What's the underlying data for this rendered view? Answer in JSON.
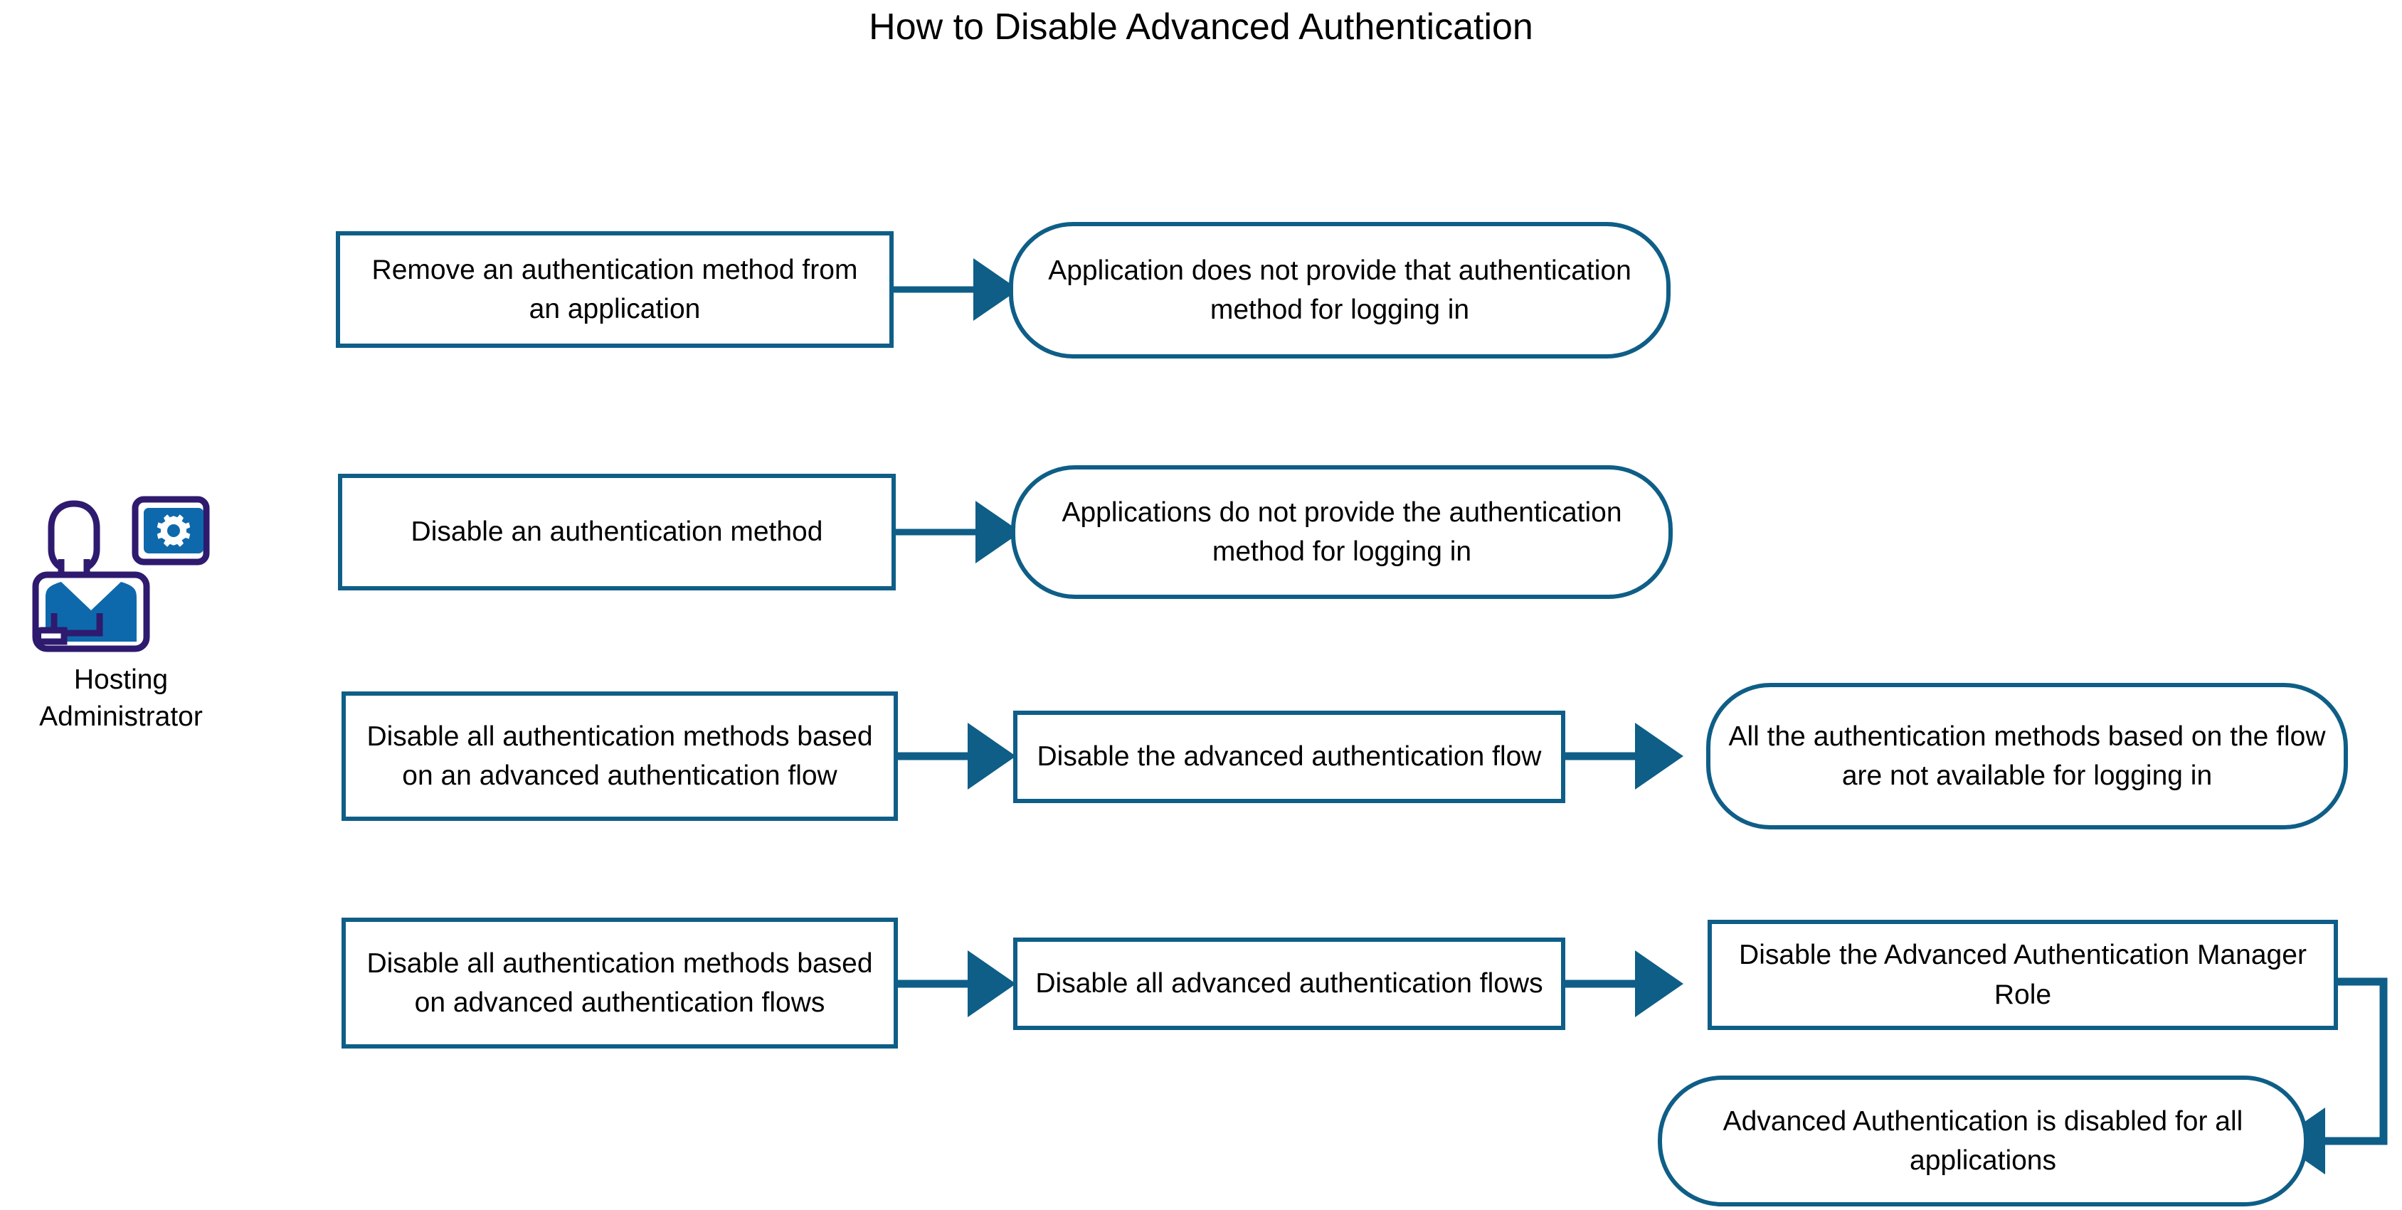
{
  "title": "How to Disable Advanced Authentication",
  "colors": {
    "stroke": "#0E5E87",
    "icon_outline": "#2E1A6E",
    "icon_fill": "#0E69AC",
    "text": "#000000",
    "background": "#FFFFFF"
  },
  "actor": {
    "name": "hosting-administrator",
    "label": "Hosting\nAdministrator",
    "icon": "admin-person-gear-icon"
  },
  "rows": [
    {
      "id": "row-1",
      "nodes": [
        {
          "id": "r1-n1",
          "shape": "rect",
          "text": "Remove an authentication method from an application"
        },
        {
          "id": "r1-n2",
          "shape": "pill",
          "text": "Application does not provide that authentication method for logging in"
        }
      ]
    },
    {
      "id": "row-2",
      "nodes": [
        {
          "id": "r2-n1",
          "shape": "rect",
          "text": "Disable an authentication method"
        },
        {
          "id": "r2-n2",
          "shape": "pill",
          "text": "Applications do not provide the authentication method for logging in"
        }
      ]
    },
    {
      "id": "row-3",
      "nodes": [
        {
          "id": "r3-n1",
          "shape": "rect",
          "text": "Disable all authentication methods based on an advanced authentication flow"
        },
        {
          "id": "r3-n2",
          "shape": "rect",
          "text": "Disable the advanced authentication flow"
        },
        {
          "id": "r3-n3",
          "shape": "pill",
          "text": "All the authentication methods based on the flow are not available for logging in"
        }
      ]
    },
    {
      "id": "row-4",
      "nodes": [
        {
          "id": "r4-n1",
          "shape": "rect",
          "text": "Disable all authentication methods based on advanced authentication flows"
        },
        {
          "id": "r4-n2",
          "shape": "rect",
          "text": "Disable all advanced authentication flows"
        },
        {
          "id": "r4-n3",
          "shape": "rect",
          "text": "Disable the Advanced Authentication Manager Role"
        },
        {
          "id": "r4-n4",
          "shape": "pill",
          "text": "Advanced Authentication is disabled for all applications"
        }
      ]
    }
  ],
  "connectors": [
    {
      "id": "c1",
      "from": "r1-n1",
      "to": "r1-n2",
      "direction": "right"
    },
    {
      "id": "c2",
      "from": "r2-n1",
      "to": "r2-n2",
      "direction": "right"
    },
    {
      "id": "c3",
      "from": "r3-n1",
      "to": "r3-n2",
      "direction": "right"
    },
    {
      "id": "c4",
      "from": "r3-n2",
      "to": "r3-n3",
      "direction": "right"
    },
    {
      "id": "c5",
      "from": "r4-n1",
      "to": "r4-n2",
      "direction": "right"
    },
    {
      "id": "c6",
      "from": "r4-n2",
      "to": "r4-n3",
      "direction": "right"
    },
    {
      "id": "c7",
      "from": "r4-n3",
      "to": "r4-n4",
      "direction": "right-down-left"
    }
  ]
}
